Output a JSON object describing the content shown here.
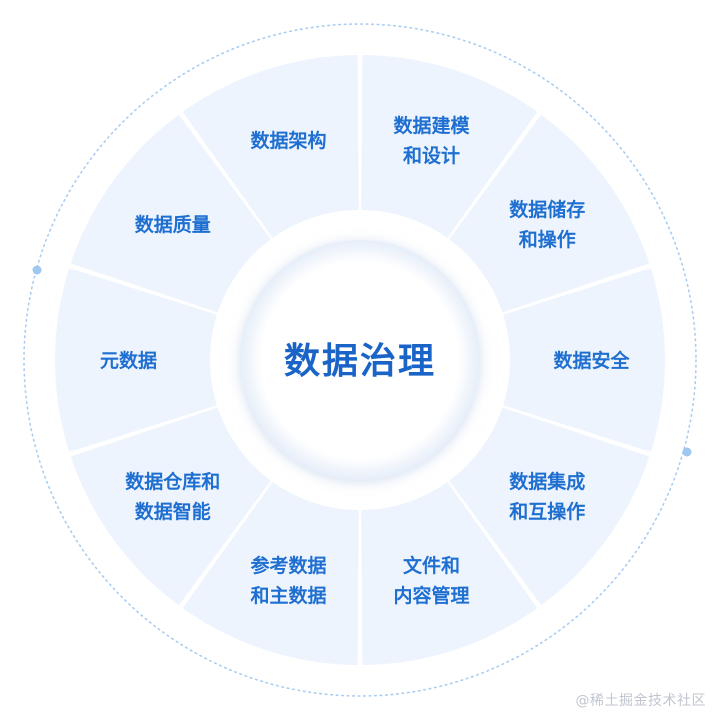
{
  "center": {
    "title": "数据治理"
  },
  "segments": [
    {
      "lines": [
        "数据建模",
        "和设计"
      ]
    },
    {
      "lines": [
        "数据储存",
        "和操作"
      ]
    },
    {
      "lines": [
        "数据安全"
      ]
    },
    {
      "lines": [
        "数据集成",
        "和互操作"
      ]
    },
    {
      "lines": [
        "文件和",
        "内容管理"
      ]
    },
    {
      "lines": [
        "参考数据",
        "和主数据"
      ]
    },
    {
      "lines": [
        "数据仓库和",
        "数据智能"
      ]
    },
    {
      "lines": [
        "元数据"
      ]
    },
    {
      "lines": [
        "数据质量"
      ]
    },
    {
      "lines": [
        "数据架构"
      ]
    }
  ],
  "watermark": "@稀土掘金技术社区",
  "colors": {
    "segment_fill": "#eef4fd",
    "segment_divider": "#ffffff",
    "label": "#1f6fd1",
    "center_text": "#1a64c8",
    "outer_ring": "#a9cdf2",
    "ring_dot": "#9fc8f0"
  }
}
